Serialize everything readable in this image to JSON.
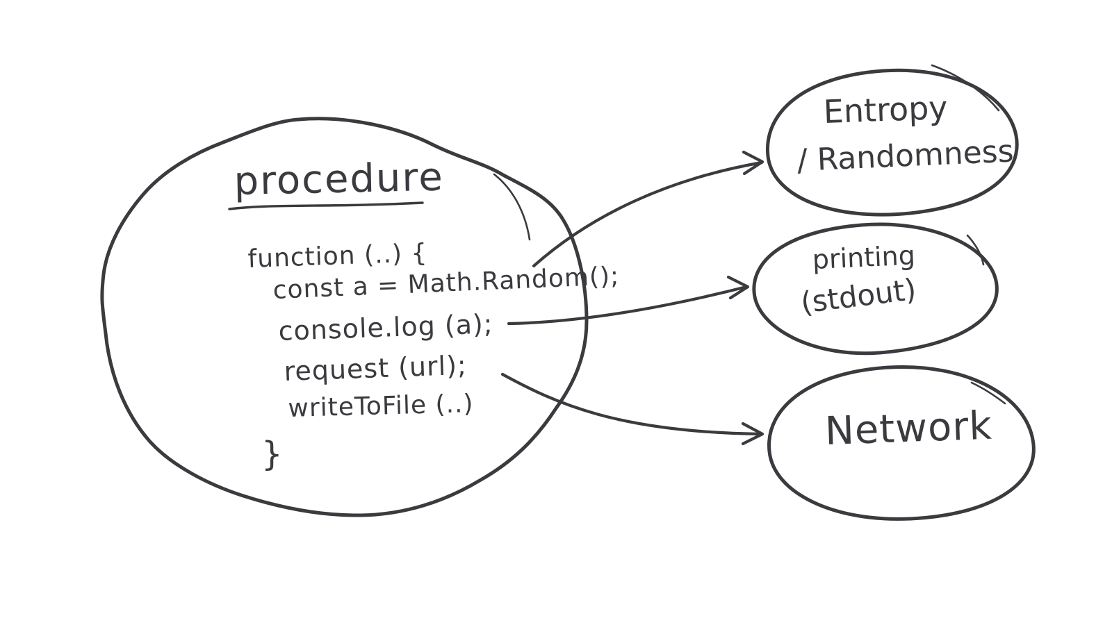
{
  "background_color": "#ffffff",
  "ink_color": "#3b3b3f",
  "procedure_node": {
    "title": "procedure",
    "code_lines": [
      "function (..) {",
      "const a = Math.Random();",
      "console.log (a);",
      "request (url);",
      "writeToFile (..)",
      "}"
    ]
  },
  "effect_nodes": [
    {
      "name": "entropy",
      "lines": [
        "Entropy",
        "/ Randomness"
      ]
    },
    {
      "name": "printing",
      "lines": [
        "printing",
        "(stdout)"
      ]
    },
    {
      "name": "network",
      "lines": [
        "Network"
      ]
    }
  ],
  "arrows": [
    {
      "from": "procedure function body",
      "to": "entropy"
    },
    {
      "from": "console.log (a);",
      "to": "printing"
    },
    {
      "from": "request (url); writeToFile (..)",
      "to": "network"
    }
  ]
}
